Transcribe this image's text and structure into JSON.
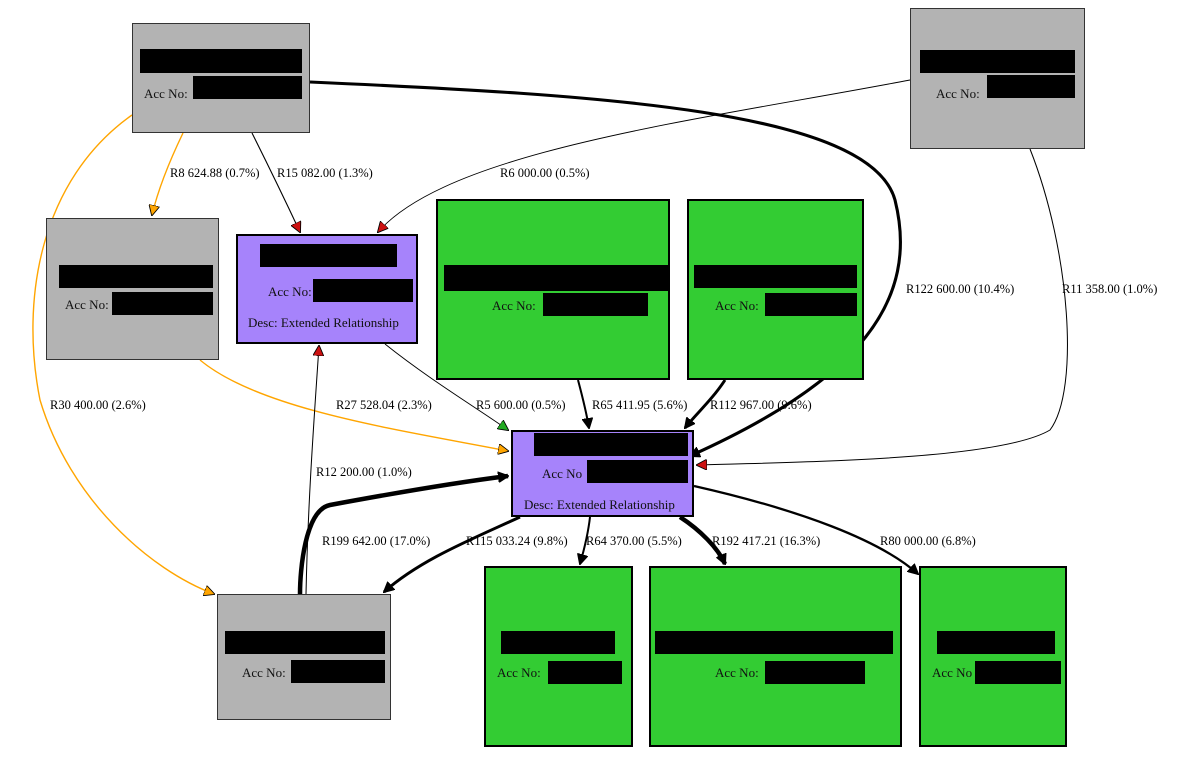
{
  "colors": {
    "account_gray": "#b3b3b3",
    "account_purple": "#a683fb",
    "account_green": "#33cc33",
    "edge_black": "#000000",
    "edge_orange": "#ffa500",
    "arrow_red": "#cc1111",
    "arrow_green": "#22aa22",
    "arrow_orange": "#ffa500"
  },
  "nodes": [
    {
      "id": "n1",
      "color": "gray",
      "name": "[redacted]",
      "acc_label": "Acc No:",
      "acc_value": "[redacted]"
    },
    {
      "id": "n2",
      "color": "gray",
      "name": "[redacted]",
      "acc_label": "Acc No:",
      "acc_value": "[redacted]"
    },
    {
      "id": "n3",
      "color": "gray",
      "name": "[redacted]",
      "acc_label": "Acc No:",
      "acc_value": "[redacted]"
    },
    {
      "id": "n4",
      "color": "purple",
      "name": "[redacted]",
      "acc_label": "Acc No:",
      "acc_value": "[redacted]",
      "desc": "Desc: Extended Relationship"
    },
    {
      "id": "n5",
      "color": "green",
      "name": "[redacted]",
      "acc_label": "Acc No:",
      "acc_value": "[redacted]"
    },
    {
      "id": "n6",
      "color": "green",
      "name": "[redacted]",
      "acc_label": "Acc No:",
      "acc_value": "[redacted]"
    },
    {
      "id": "n7",
      "color": "purple",
      "name": "[redacted]",
      "acc_label": "Acc No",
      "acc_value": "[redacted]",
      "desc": "Desc: Extended Relationship"
    },
    {
      "id": "n8",
      "color": "gray",
      "name": "[redacted]",
      "acc_label": "Acc No:",
      "acc_value": "[redacted]"
    },
    {
      "id": "n9",
      "color": "green",
      "name": "[redacted]",
      "acc_label": "Acc No:",
      "acc_value": "[redacted]"
    },
    {
      "id": "n10",
      "color": "green",
      "name": "[redacted]",
      "acc_label": "Acc No:",
      "acc_value": "[redacted]"
    },
    {
      "id": "n11",
      "color": "green",
      "name": "[redacted]",
      "acc_label": "Acc No",
      "acc_value": "[redacted]"
    }
  ],
  "edges": [
    {
      "from": "n1",
      "to": "n3",
      "label": "R8 624.88 (0.7%)",
      "amount": 8624.88,
      "share_pct": 0.7,
      "color": "orange"
    },
    {
      "from": "n1",
      "to": "n4",
      "label": "R15 082.00 (1.3%)",
      "amount": 15082.0,
      "share_pct": 1.3,
      "color": "black"
    },
    {
      "from": "n2",
      "to": "n4",
      "label": "R6 000.00 (0.5%)",
      "amount": 6000.0,
      "share_pct": 0.5,
      "color": "black"
    },
    {
      "from": "n1",
      "to": "n7",
      "label": "R122 600.00 (10.4%)",
      "amount": 122600.0,
      "share_pct": 10.4,
      "color": "black"
    },
    {
      "from": "n2",
      "to": "n7",
      "label": "R11 358.00 (1.0%)",
      "amount": 11358.0,
      "share_pct": 1.0,
      "color": "black"
    },
    {
      "from": "n1",
      "to": "n8",
      "label": "R30 400.00 (2.6%)",
      "amount": 30400.0,
      "share_pct": 2.6,
      "color": "orange"
    },
    {
      "from": "n3",
      "to": "n7",
      "label": "R27 528.04 (2.3%)",
      "amount": 27528.04,
      "share_pct": 2.3,
      "color": "orange"
    },
    {
      "from": "n4",
      "to": "n7",
      "label": "R5 600.00 (0.5%)",
      "amount": 5600.0,
      "share_pct": 0.5,
      "color": "black"
    },
    {
      "from": "n5",
      "to": "n7",
      "label": "R65 411.95 (5.6%)",
      "amount": 65411.95,
      "share_pct": 5.6,
      "color": "black"
    },
    {
      "from": "n6",
      "to": "n7",
      "label": "R112 967.00 (9.6%)",
      "amount": 112967.0,
      "share_pct": 9.6,
      "color": "black"
    },
    {
      "from": "n8",
      "to": "n4",
      "label": "R12 200.00 (1.0%)",
      "amount": 12200.0,
      "share_pct": 1.0,
      "color": "black"
    },
    {
      "from": "n8",
      "to": "n7",
      "label": "R199 642.00 (17.0%)",
      "amount": 199642.0,
      "share_pct": 17.0,
      "color": "black"
    },
    {
      "from": "n7",
      "to": "n8",
      "label": "R115 033.24 (9.8%)",
      "amount": 115033.24,
      "share_pct": 9.8,
      "color": "black"
    },
    {
      "from": "n7",
      "to": "n9",
      "label": "R64 370.00 (5.5%)",
      "amount": 64370.0,
      "share_pct": 5.5,
      "color": "black"
    },
    {
      "from": "n7",
      "to": "n10",
      "label": "R192 417.21 (16.3%)",
      "amount": 192417.21,
      "share_pct": 16.3,
      "color": "black"
    },
    {
      "from": "n7",
      "to": "n11",
      "label": "R80 000.00 (6.8%)",
      "amount": 80000.0,
      "share_pct": 6.8,
      "color": "black"
    }
  ]
}
